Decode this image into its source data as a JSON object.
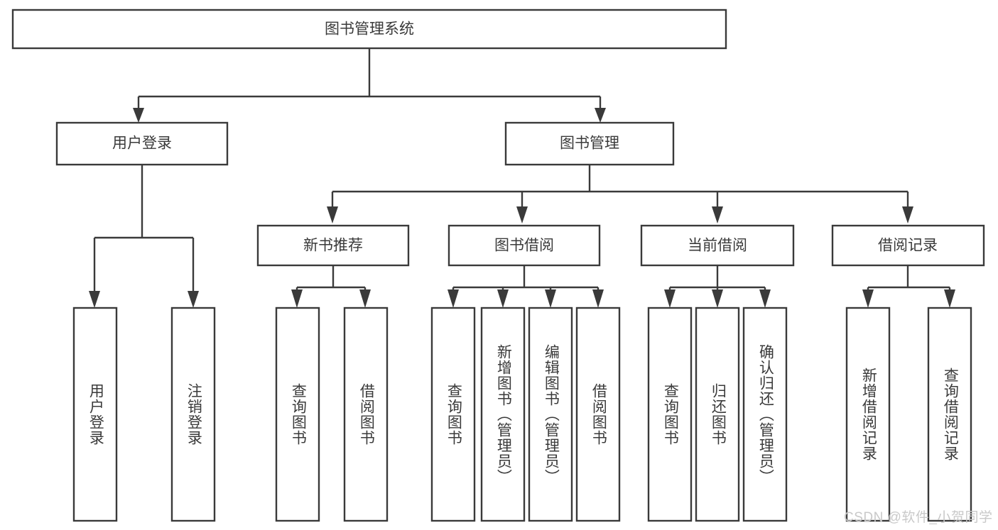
{
  "diagram": {
    "type": "tree",
    "title": "图书管理系统",
    "stroke_color": "#3a3a3a",
    "fill_color": "#ffffff",
    "background": "#ffffff",
    "levels": {
      "root": {
        "label": "图书管理系统"
      },
      "level1": [
        {
          "label": "用户登录"
        },
        {
          "label": "图书管理"
        }
      ],
      "level2": [
        {
          "label": "新书推荐"
        },
        {
          "label": "图书借阅"
        },
        {
          "label": "当前借阅"
        },
        {
          "label": "借阅记录"
        }
      ],
      "leaves": {
        "user_login": [
          {
            "label": "用户登录"
          },
          {
            "label": "注销登录"
          }
        ],
        "new_book_recommend": [
          {
            "label": "查询图书"
          },
          {
            "label": "借阅图书"
          }
        ],
        "book_borrow": [
          {
            "label": "查询图书"
          },
          {
            "label": "新增图书（管理员）"
          },
          {
            "label": "编辑图书（管理员）"
          },
          {
            "label": "借阅图书"
          }
        ],
        "current_borrow": [
          {
            "label": "查询图书"
          },
          {
            "label": "归还图书"
          },
          {
            "label": "确认归还（管理员）"
          }
        ],
        "borrow_record": [
          {
            "label": "新增借阅记录"
          },
          {
            "label": "查询借阅记录"
          }
        ]
      }
    }
  },
  "watermark": {
    "text": "CSDN @软件_小贺同学",
    "color": "#c9c9c9"
  }
}
